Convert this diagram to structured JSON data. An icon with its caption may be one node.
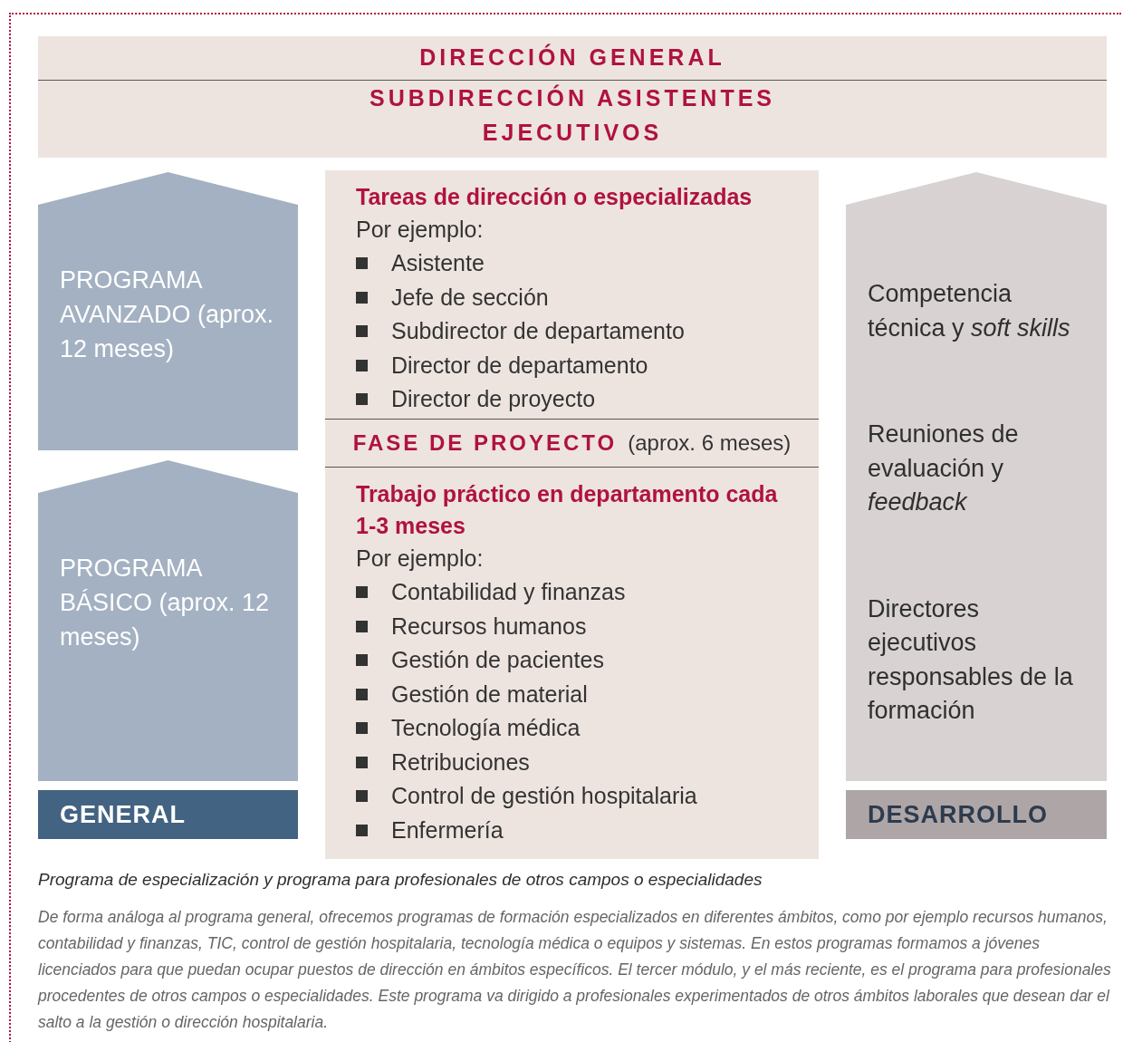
{
  "diagram": {
    "nodes": [
      {
        "text": [
          "DIRECCIÓN GENERAL"
        ]
      },
      {
        "text": [
          "SUBDIRECCIÓN ASISTENTES EJECUTIVOS"
        ]
      },
      {
        "text": [
          "PROGRAMA AVANZADO (aprox. 12 meses)"
        ]
      },
      {
        "text": [
          "PROGRAMA BÁSICO (aprox. 12 meses)"
        ]
      },
      {
        "text": [
          "GENERAL"
        ]
      },
      {
        "text": [
          "Tareas de dirección o especializadas",
          "Por ejemplo:",
          "Asistente",
          "Jefe de sección",
          "Subdirector de departamento",
          "Director de departamento",
          "Director de proyecto"
        ]
      },
      {
        "text": [
          "FASE DE PROYECTO",
          "(aprox. 6 meses)"
        ]
      },
      {
        "text": [
          "Trabajo práctico en departamento cada 1-3 meses",
          "Por ejemplo:",
          "Contabilidad y finanzas",
          "Recursos humanos",
          "Gestión de pacientes",
          "Gestión de material",
          "Tecnología médica",
          "Retribuciones",
          "Control de gestión hospitalaria",
          "Enfermería"
        ]
      },
      {
        "text": [
          "Competencia técnica y *soft skills*",
          "Reuniones de evaluación y *feedback*",
          "Directores ejecutivos responsables de la formación"
        ]
      },
      {
        "text": [
          "DESARROLLO"
        ]
      }
    ],
    "labels": [
      "Programa de especialización y programa para profesionales de otros campos o especialidades",
      "De forma análoga al programa general, ofrecemos programas de formación especializados en diferentes ámbitos, como por ejemplo recursos humanos, contabilidad y finanzas, TIC, control de gestión hospitalaria, tecnología médica o equipos y sistemas. En estos programas formamos a jóvenes licenciados para que puedan ocupar puestos de dirección en ámbitos específicos. El tercer módulo, y el más reciente, es el programa para profesionales procedentes de otros campos o especialidades. Este programa va dirigido a profesionales experimentados de otros ámbitos laborales que desean dar el salto a la gestión o dirección hospitalaria."
    ]
  }
}
